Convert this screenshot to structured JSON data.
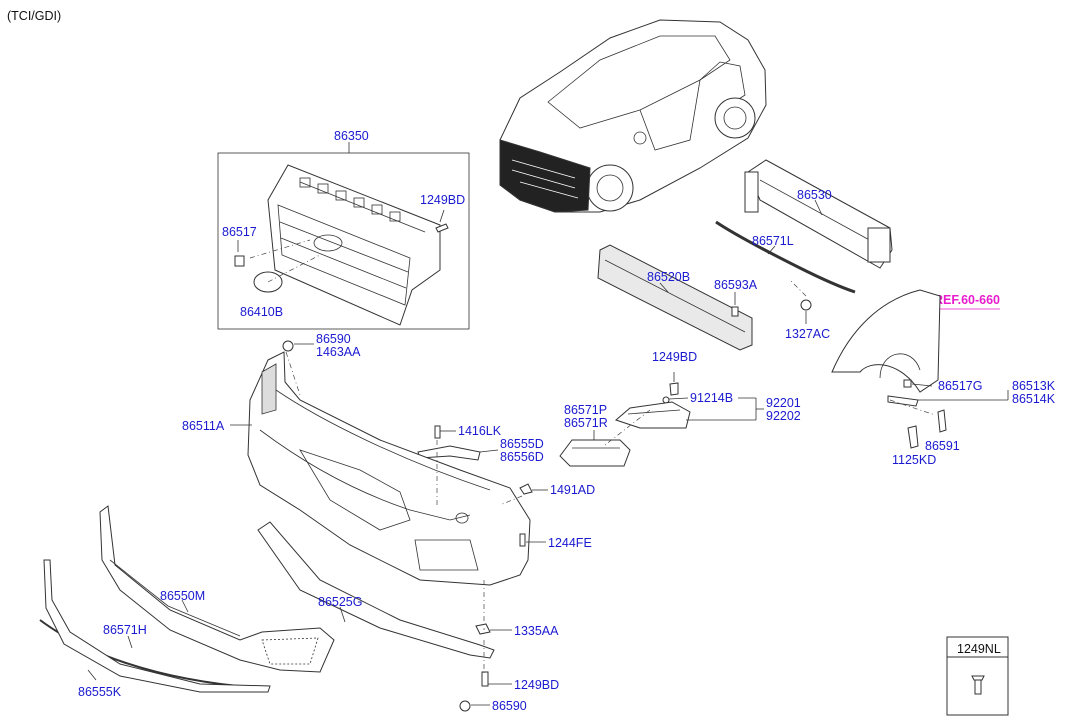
{
  "header": {
    "variant": "(TCI/GDI)"
  },
  "parts": {
    "grille_assy": "86350",
    "grille_bolt": "1249BD",
    "grille_clip": "86517",
    "emblem": "86410B",
    "bumper_upper_nut": "86590",
    "bumper_upper_screw": "1463AA",
    "bumper_cover": "86511A",
    "bumper_rail": "86530",
    "rail_strip": "86571L",
    "absorber": "86520B",
    "absorber_clip": "86593A",
    "rail_nut": "1327AC",
    "ref_fender": "REF.60-660",
    "drl_bolt": "1249BD",
    "drl_screw": "91214B",
    "drl_lamp_l": "92201",
    "drl_lamp_r": "92202",
    "drl_cover_l": "86571P",
    "drl_cover_r": "86571R",
    "bracket_screw": "1416LK",
    "bracket_l": "86555D",
    "bracket_r": "86556D",
    "clip_1491": "1491AD",
    "bolt_1244": "1244FE",
    "fender_clip": "86517G",
    "fender_bracket_l": "86513K",
    "fender_bracket_r": "86514K",
    "fender_bolt": "86591",
    "fender_screw": "1125KD",
    "lower_grille": "86550M",
    "lip_strip": "86525G",
    "lower_strip": "86571H",
    "lower_lip": "86555K",
    "nut_1335": "1335AA",
    "lower_bolt": "1249BD",
    "lower_nut": "86590"
  },
  "legend_box": {
    "part_no": "1249NL"
  }
}
